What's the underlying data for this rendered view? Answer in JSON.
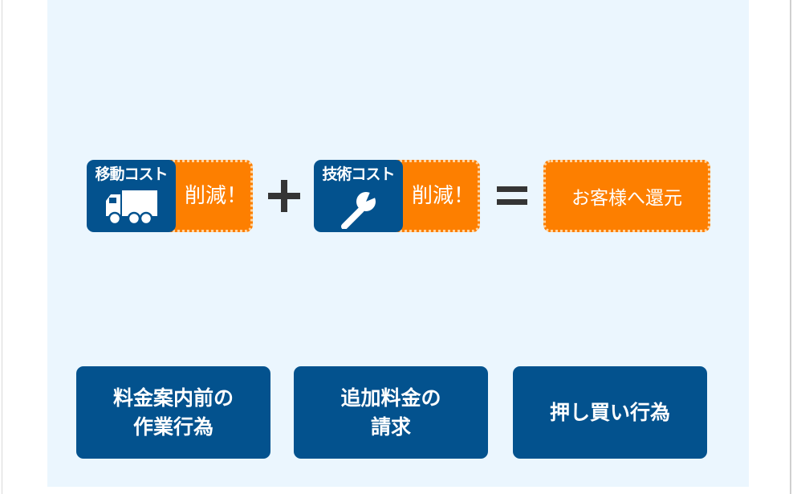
{
  "costs": [
    {
      "title": "移動コスト",
      "icon": "truck-icon",
      "reduce_label": "削減！"
    },
    {
      "title": "技術コスト",
      "icon": "wrench-icon",
      "reduce_label": "削減！"
    }
  ],
  "operators": {
    "plus": "+",
    "equals": "="
  },
  "result_label": "お客様へ還元",
  "issues": [
    {
      "line1": "料金案内前の",
      "line2": "作業行為"
    },
    {
      "line1": "追加料金の",
      "line2": "請求"
    },
    {
      "line1": "押し買い行為",
      "line2": ""
    }
  ],
  "colors": {
    "panel_background": "#ebf6fe",
    "blue": "#03528e",
    "orange": "#fd7f00",
    "dotted_border": "#ffd4a1",
    "operator": "#353535"
  }
}
